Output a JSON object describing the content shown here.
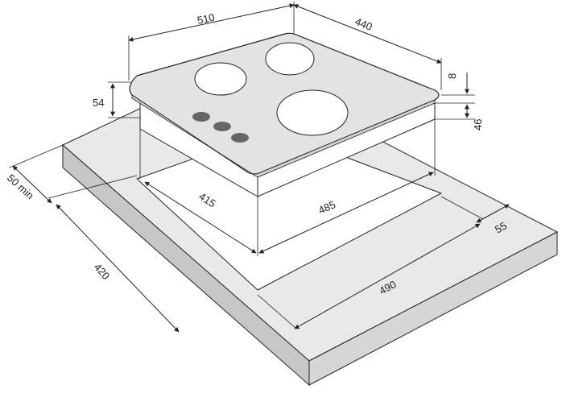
{
  "dimensions": {
    "hob_width": "510",
    "hob_depth": "440",
    "hob_height_total": "54",
    "glass_thickness": "8",
    "body_height": "46",
    "cutout_width": "485",
    "cutout_depth": "415",
    "min_distance_wall": "50 min",
    "counter_front_offset": "55",
    "counter_depth": "420",
    "counter_width": "490"
  },
  "colors": {
    "countertop_top": "#e9e9e9",
    "countertop_side": "#c7c7c7",
    "countertop_front": "#d6d6d6",
    "hob_glass": "#e3e3e3",
    "hob_body": "#ffffff",
    "knob": "#666666",
    "outline": "#222222"
  }
}
